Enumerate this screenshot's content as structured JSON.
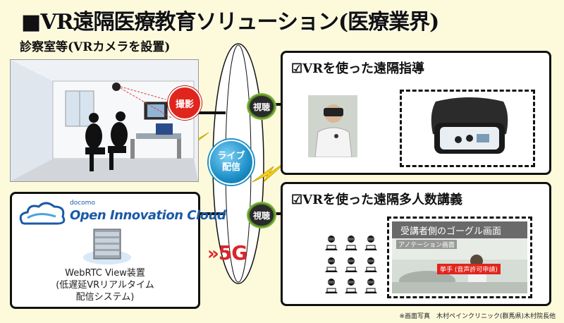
{
  "title": "■VR遠隔医療教育ソリューション(医療業界)",
  "subtitle": "診察室等(VRカメラを設置)",
  "room": {
    "photo_label": "撮影"
  },
  "live": {
    "line1": "ライブ",
    "line2": "配信"
  },
  "network": {
    "label": "5G"
  },
  "watch_top": "視聴",
  "watch_bottom": "視聴",
  "panel_top": {
    "title": "☑VRを使った遠隔指導"
  },
  "panel_bottom": {
    "title": "☑VRを使った遠隔多人数講義",
    "goggle_title": "受講者側のゴーグル画面",
    "annotation_label": "アノテーション画面",
    "raise_hand_label": "挙手 (音声許可申請)"
  },
  "cloud": {
    "brand_small": "docomo",
    "brand": "Open Innovation Cloud",
    "device_line1": "WebRTC View装置",
    "device_line2": "(低遅延VRリアルタイム",
    "device_line3": "配信システム)"
  },
  "footnote": "※画面写真　木村ペインクリニック(群馬県)木村院長他",
  "colors": {
    "background": "#fdfadc",
    "accent_green": "#7bb63a",
    "live_blue": "#1e90c8",
    "red_5g": "#d9262c",
    "cloud_blue": "#1a5aa6"
  }
}
